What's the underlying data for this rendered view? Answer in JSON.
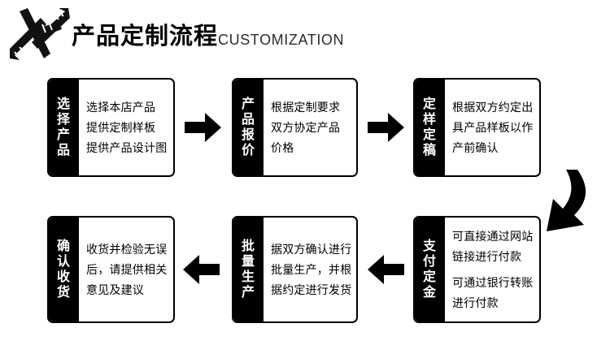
{
  "header": {
    "icon": "drafting-tools-icon",
    "title": "产品定制流程",
    "subtitle": "CUSTOMIZATION"
  },
  "colors": {
    "background": "#ffffff",
    "box_border": "#000000",
    "label_panel": "#000000",
    "label_text": "#ffffff",
    "body_text": "#000000",
    "subtitle_text": "#2b2b2b",
    "arrow": "#000000"
  },
  "flow": {
    "row1": [
      {
        "id": "step-1",
        "label": "选择产品",
        "lines": [
          "选择本店产品",
          "提供定制样板",
          "提供产品设计图"
        ]
      },
      {
        "id": "step-2",
        "label": "产品报价",
        "lines": [
          "根据定制要求",
          "双方协定产品",
          "价格"
        ]
      },
      {
        "id": "step-3",
        "label": "定样定稿",
        "lines": [
          "根据双方约定出",
          "具产品样板以作",
          "产前确认"
        ]
      }
    ],
    "row2": [
      {
        "id": "step-6",
        "label": "确认收货",
        "lines": [
          "收货并检验无误",
          "后，请提供相关",
          "意见及建议"
        ]
      },
      {
        "id": "step-5",
        "label": "批量生产",
        "lines": [
          "据双方确认进行",
          "批量生产，并根",
          "据约定进行发货"
        ]
      },
      {
        "id": "step-4",
        "label": "支付定金",
        "lines": [
          "可直接通过网站",
          "链接进行付款",
          "可通过银行转账",
          "进行付款"
        ]
      }
    ],
    "arrows": [
      {
        "id": "arrow-1-2",
        "direction": "right"
      },
      {
        "id": "arrow-2-3",
        "direction": "right"
      },
      {
        "id": "arrow-3-4",
        "direction": "curve-down-left"
      },
      {
        "id": "arrow-4-5",
        "direction": "left"
      },
      {
        "id": "arrow-5-6",
        "direction": "left"
      }
    ]
  }
}
